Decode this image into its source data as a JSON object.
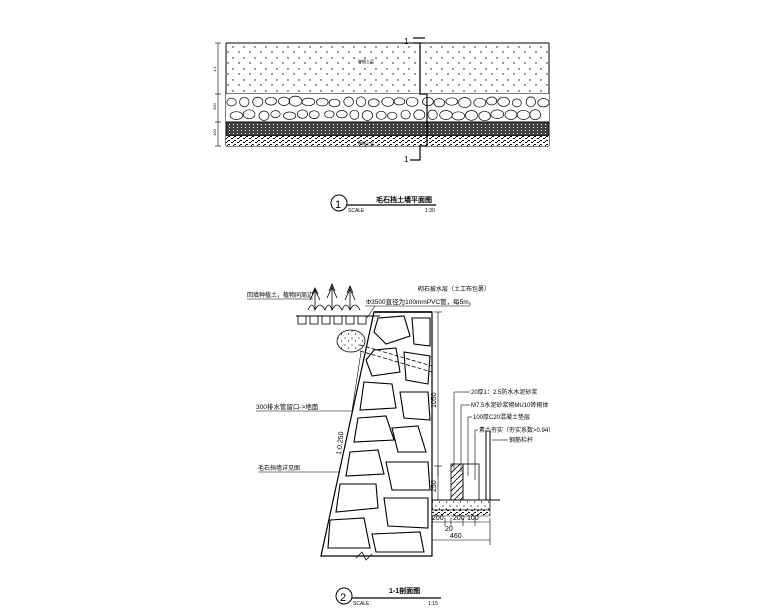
{
  "plan": {
    "section_mark": "1",
    "callouts": [
      "种植土层",
      "种植土层"
    ],
    "dims": [
      "1,5",
      "300",
      "100"
    ],
    "title_number": "1",
    "title": "毛石挡土墙平面图",
    "scale_label": "SCALE",
    "scale_value": "1:30"
  },
  "section": {
    "title_number": "2",
    "title": "1-1剖面图",
    "scale_label": "SCALE",
    "scale_value": "1:15",
    "notes_left": [
      "回填种植土，植物同周边",
      "300排水管留口->地面",
      "毛石挡墙详见图"
    ],
    "notes_top": [
      "砌石披水层（土工布包裹）",
      "Φ3500直径为100mmPVC管，每5m。"
    ],
    "notes_right": [
      "20厚1：2.5防水水泥砂浆",
      "M7.5水泥砂浆砌MU10砖砌体",
      "100厚C20混凝土垫层",
      "素土夯实（夯实系数>0.94）"
    ],
    "note_far_right": "钢筋栏杆",
    "slope_label": "1:0.250",
    "height_dim": "1050",
    "small_dims": [
      "250"
    ],
    "bottom_dims": [
      "200",
      "20",
      "200",
      "100"
    ],
    "total_dim": "460"
  }
}
